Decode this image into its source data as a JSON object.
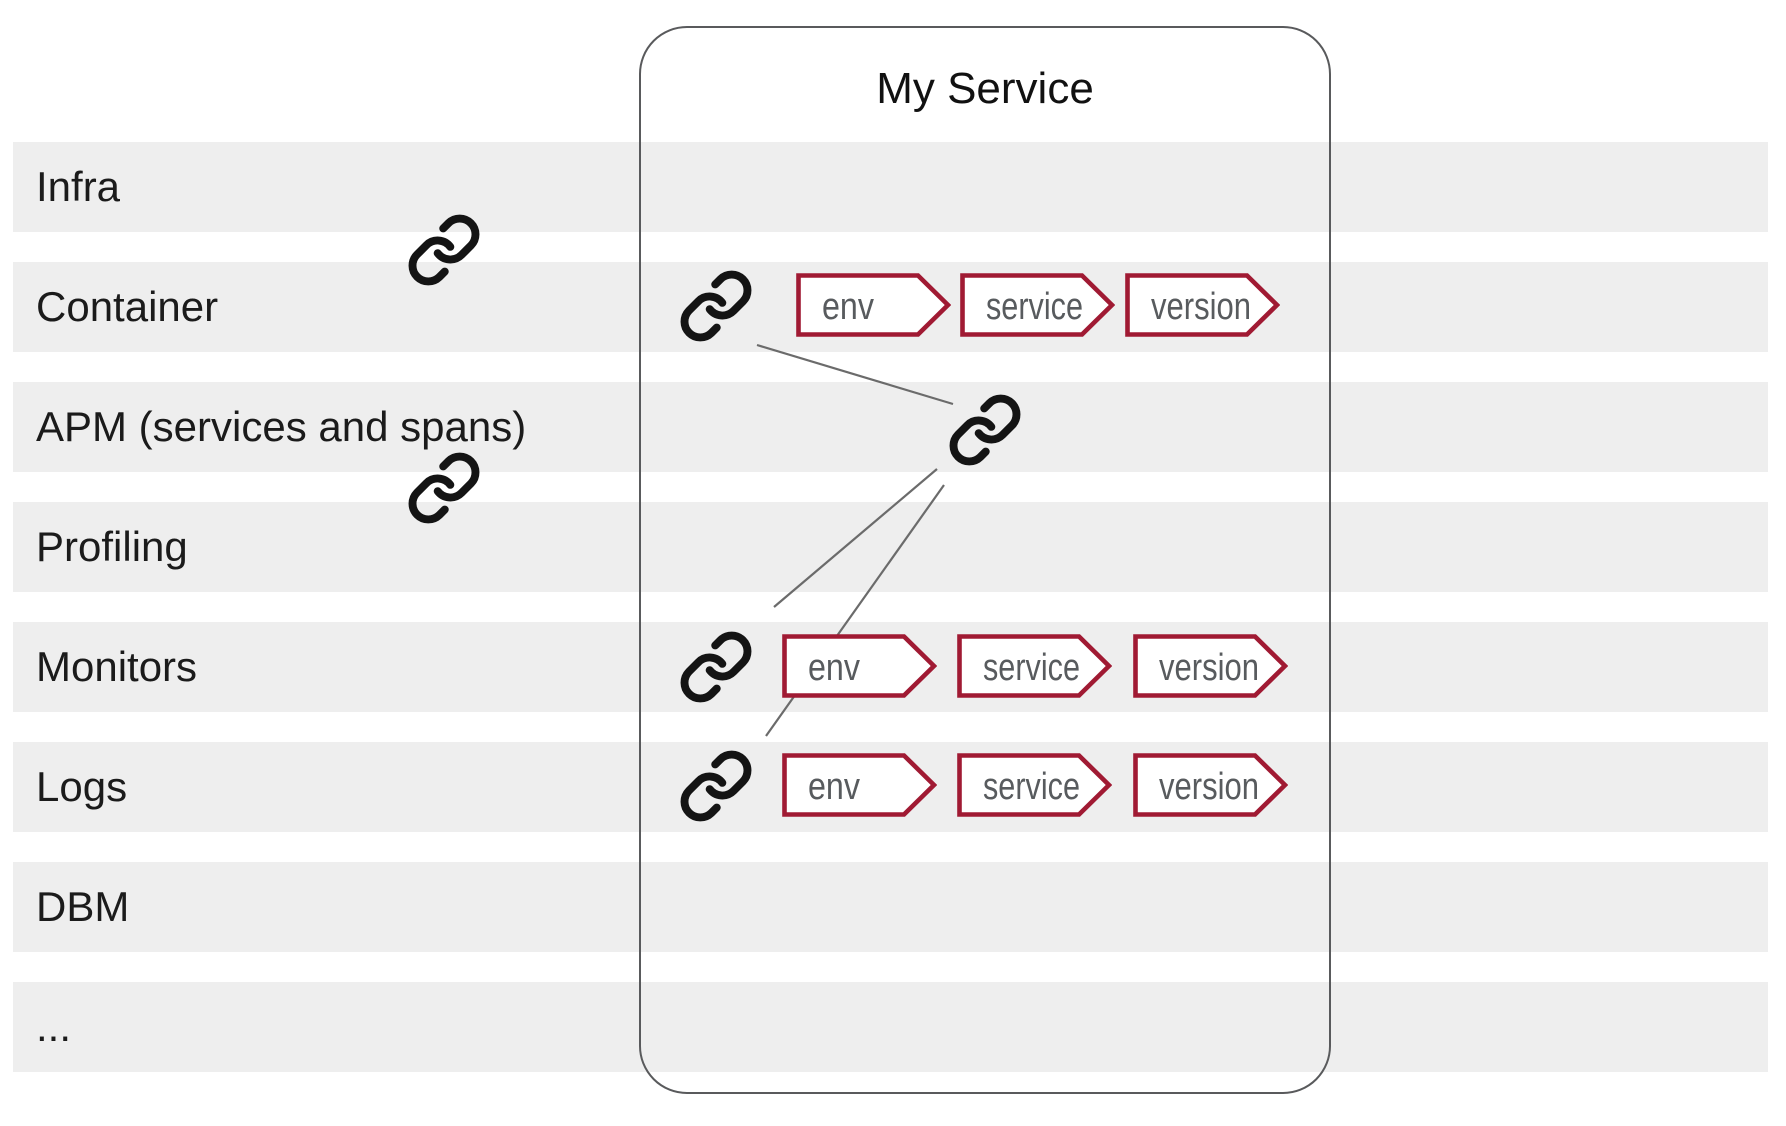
{
  "diagram_title": "My Service",
  "rows": [
    {
      "label": "Infra"
    },
    {
      "label": "Container"
    },
    {
      "label": "APM (services and spans)"
    },
    {
      "label": "Profiling"
    },
    {
      "label": "Monitors"
    },
    {
      "label": "Logs"
    },
    {
      "label": "DBM"
    },
    {
      "label": "..."
    }
  ],
  "tags": {
    "labels": [
      "env",
      "service",
      "version"
    ]
  },
  "tag_rows": [
    "Container",
    "Monitors",
    "Logs"
  ],
  "icons": {
    "link": "link-icon"
  },
  "colors": {
    "row_band": "#eeeeee",
    "label_text": "#1b1b1b",
    "box_border": "#595a5c",
    "title_text": "#111111",
    "tag_border": "#a01a33",
    "tag_fill": "#ffffff",
    "tag_text": "#585b5e",
    "link_icon": "#141414",
    "connector": "#6b6b6b"
  }
}
